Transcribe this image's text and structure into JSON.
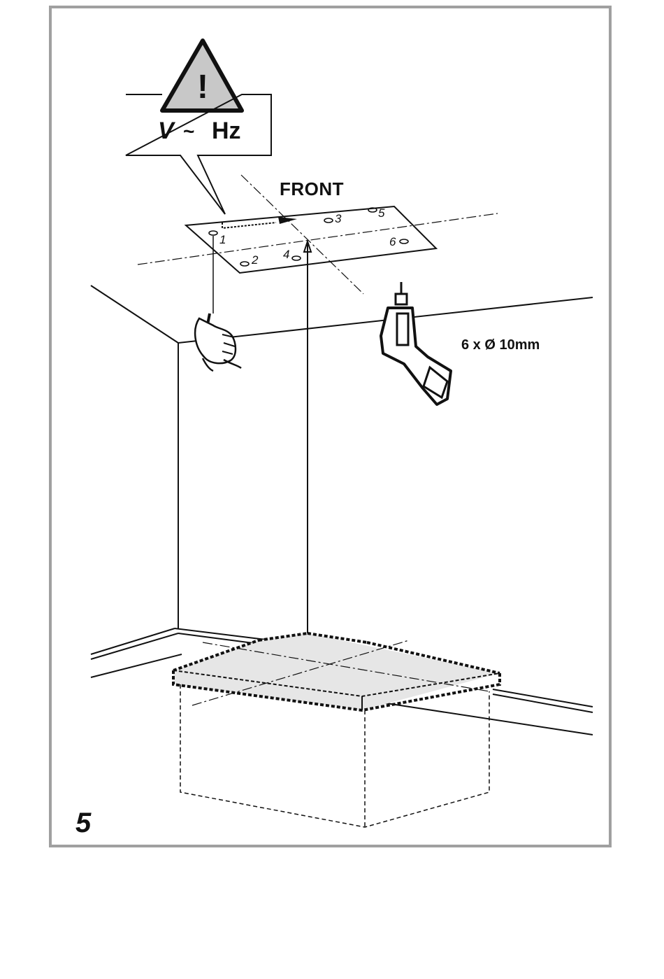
{
  "warning": {
    "symbol": "!",
    "voltage": "V",
    "tilde": "~",
    "frequency": "Hz"
  },
  "template": {
    "front_label": "FRONT",
    "holes": [
      "1",
      "2",
      "3",
      "4",
      "5",
      "6"
    ]
  },
  "drill": {
    "spec": "6 x Ø 10mm"
  },
  "figure_number": "5",
  "colors": {
    "frame": "#a0a0a0",
    "warning_fill": "#c8c8c8",
    "hob_fill": "#e6e6e6",
    "line": "#111111"
  }
}
